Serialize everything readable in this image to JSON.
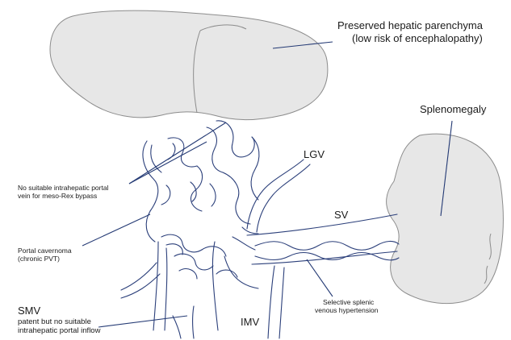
{
  "labels": {
    "liver": [
      "Preserved hepatic parenchyma",
      "(low risk of encephalopathy)"
    ],
    "spleen": "Splenomegaly",
    "lgv": "LGV",
    "sv": "SV",
    "no_portal_vein": [
      "No suitable intrahepatic portal",
      "vein for meso-Rex bypass"
    ],
    "cavernoma": [
      "Portal cavernoma",
      "(chronic PVT)"
    ],
    "smv_title": "SMV",
    "smv_desc": [
      "patent but no suitable",
      "intrahepatic portal inflow"
    ],
    "imv": "IMV",
    "splenic_htn": [
      "Selective splenic",
      "venous hypertension"
    ]
  },
  "colors": {
    "organ_fill": "#e7e7e7",
    "organ_stroke": "#8c8c8c",
    "vein_stroke": "#2b3f7a",
    "leader_stroke": "#243a74"
  }
}
